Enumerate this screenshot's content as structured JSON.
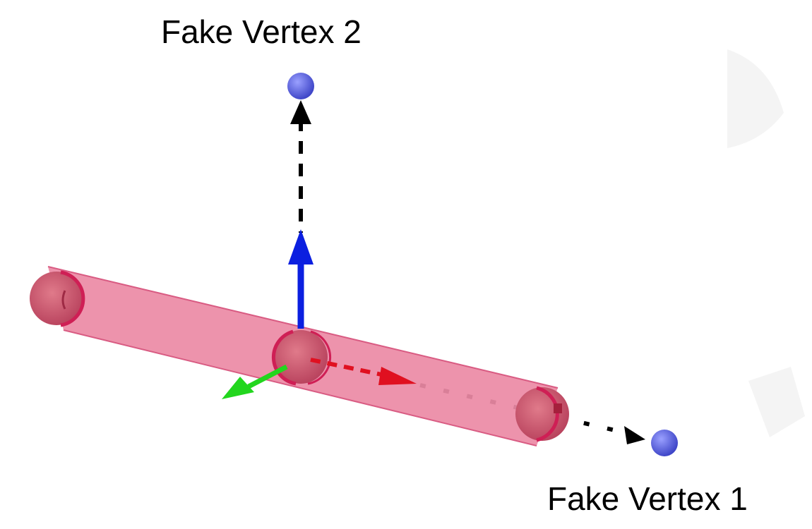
{
  "labels": {
    "vertex_1": "Fake Vertex 1",
    "vertex_2": "Fake Vertex 2"
  },
  "colors": {
    "background": "#ffffff",
    "cylinder_body": "#ec8aa5",
    "cylinder_edge": "#d95c83",
    "end_sphere": "#c64662",
    "end_sphere_rim": "#cf1f55",
    "vertex_point": "#5b63e0",
    "dashed_link": "#000000",
    "axis_up": "#0b1fe0",
    "axis_along": "#e01020",
    "axis_side": "#22d61e"
  },
  "icons": {
    "vertex_marker": "sphere",
    "direction_arrow": "cone-arrow"
  }
}
